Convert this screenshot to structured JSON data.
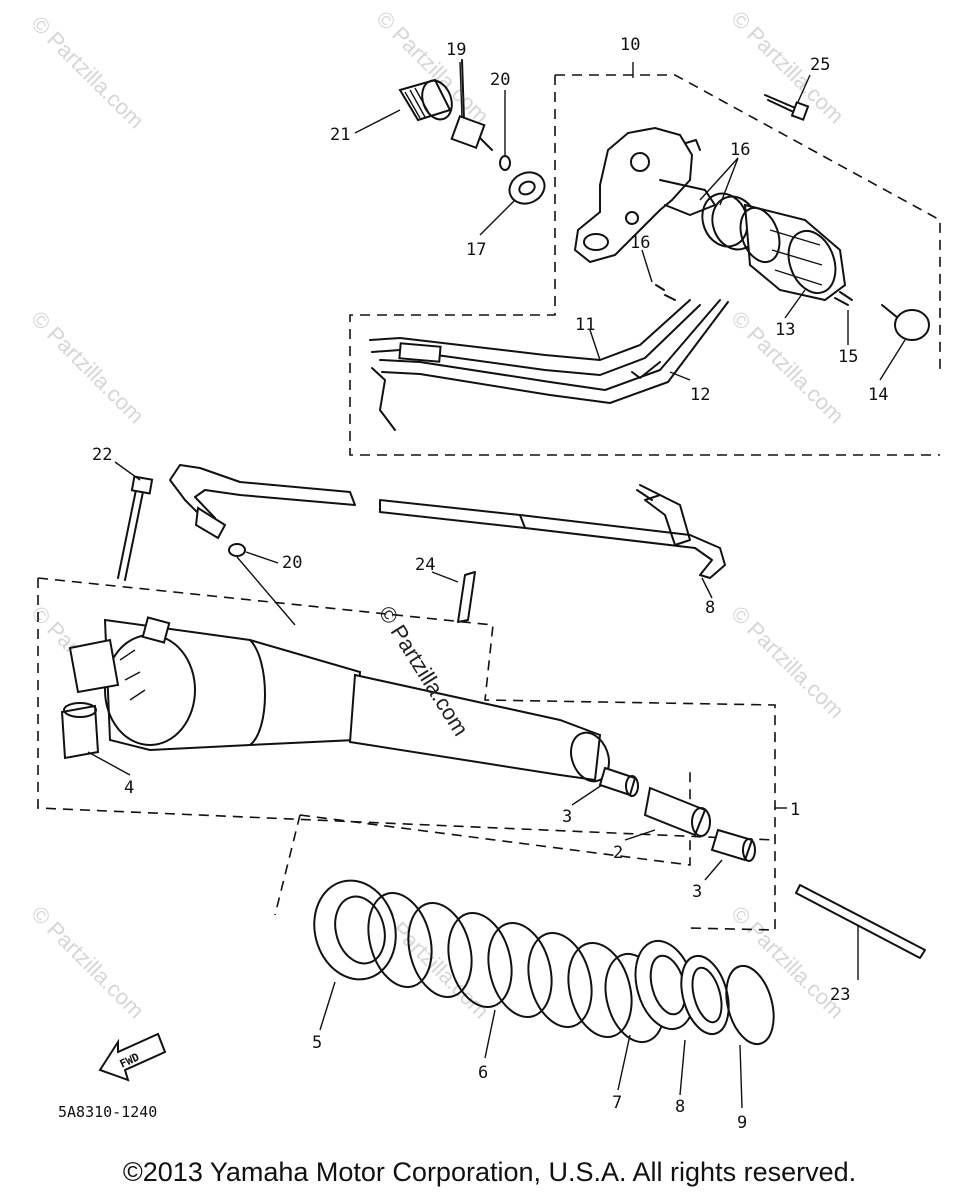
{
  "diagram": {
    "part_code": "5A8310-1240",
    "fwd_arrow_label": "FWD",
    "watermark_text": "© Partzilla.com",
    "copyright": "©2013 Yamaha Motor Corporation, U.S.A. All rights reserved.",
    "callouts": {
      "c1": "1",
      "c2": "2",
      "c3a": "3",
      "c3b": "3",
      "c4": "4",
      "c5": "5",
      "c6": "6",
      "c7": "7",
      "c8a": "8",
      "c8b": "8",
      "c9": "9",
      "c10": "10",
      "c11": "11",
      "c12": "12",
      "c13": "13",
      "c14": "14",
      "c15": "15",
      "c16a": "16",
      "c16b": "16",
      "c17": "17",
      "c19": "19",
      "c20a": "20",
      "c20b": "20",
      "c21": "21",
      "c22": "22",
      "c23": "23",
      "c24": "24",
      "c25": "25"
    }
  }
}
